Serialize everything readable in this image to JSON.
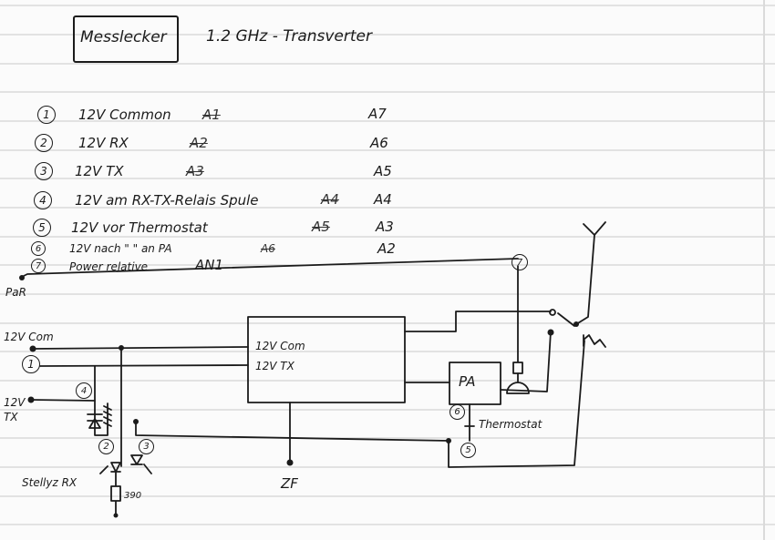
{
  "header": {
    "title": "Messlecker",
    "subtitle": "1.2 GHz - Transverter"
  },
  "legend": [
    {
      "num": "1",
      "desc": "12V Common",
      "old": "A1",
      "new": "A7"
    },
    {
      "num": "2",
      "desc": "12V RX",
      "old": "A2",
      "new": "A6"
    },
    {
      "num": "3",
      "desc": "12V TX",
      "old": "A3",
      "new": "A5"
    },
    {
      "num": "4",
      "desc": "12V am RX-TX-Relais Spule",
      "old": "A4",
      "new": "A4"
    },
    {
      "num": "5",
      "desc": "12V vor Thermostat",
      "old": "A5",
      "new": "A3"
    },
    {
      "num": "6",
      "desc": "12V nach \" \" an PA",
      "old": "A6",
      "new": "A2"
    },
    {
      "num": "7",
      "desc": "Power relative",
      "old": "AN1",
      "new": ""
    }
  ],
  "diagram": {
    "par_label": "PaR",
    "in_com_label": "12V Com",
    "in_tx_label_a": "12V",
    "in_tx_label_b": "TX",
    "box_com": "12V Com",
    "box_tx": "12V TX",
    "pa_label": "PA",
    "thermostat_label": "Thermostat",
    "zf_label": "ZF",
    "resistor_label": "390",
    "led_label": "Stellyz RX",
    "node_labels": {
      "n1": "1",
      "n2": "2",
      "n3": "3",
      "n4": "4",
      "n5": "5",
      "n6": "6",
      "n7": "7"
    }
  }
}
